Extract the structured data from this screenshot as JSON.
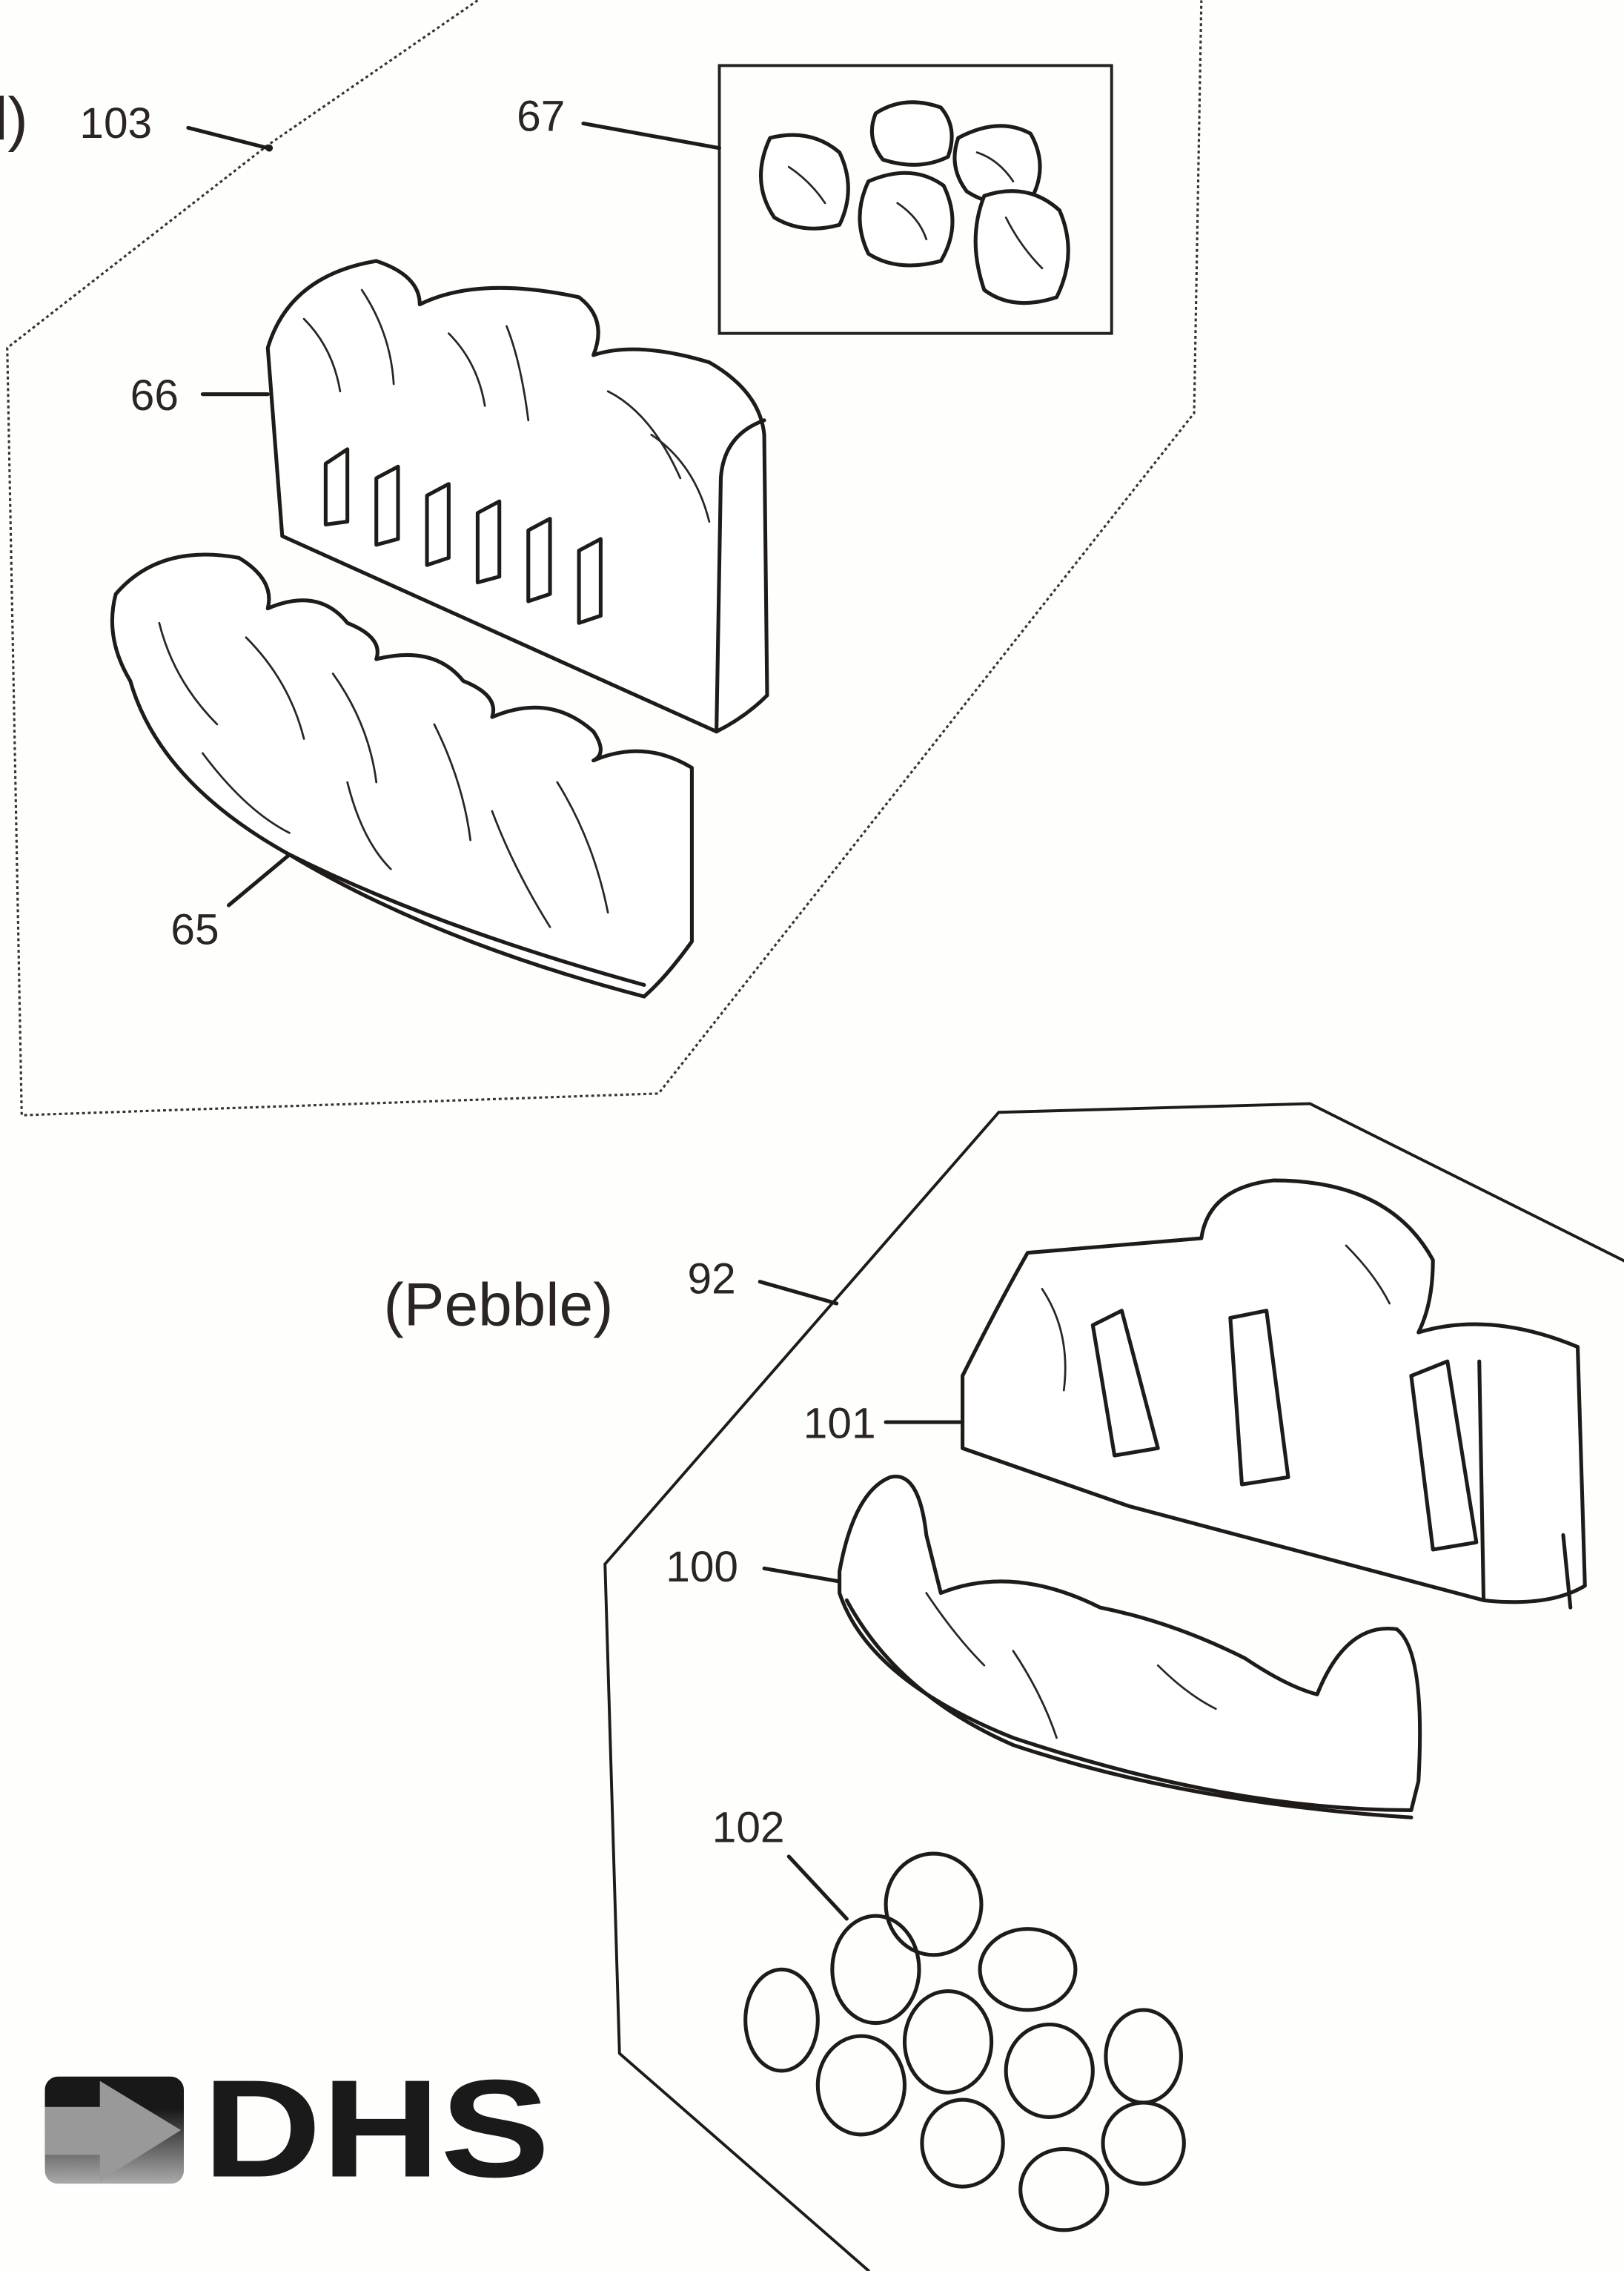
{
  "figure": {
    "partial_caption": "l)",
    "caption_pebble": "(Pebble)",
    "labels": {
      "ref_103": "103",
      "ref_67": "67",
      "ref_66": "66",
      "ref_65": "65",
      "ref_92": "92",
      "ref_101": "101",
      "ref_100": "100",
      "ref_102": "102"
    }
  },
  "logo": {
    "text": "DHS",
    "icon": "arrow-right-icon"
  }
}
